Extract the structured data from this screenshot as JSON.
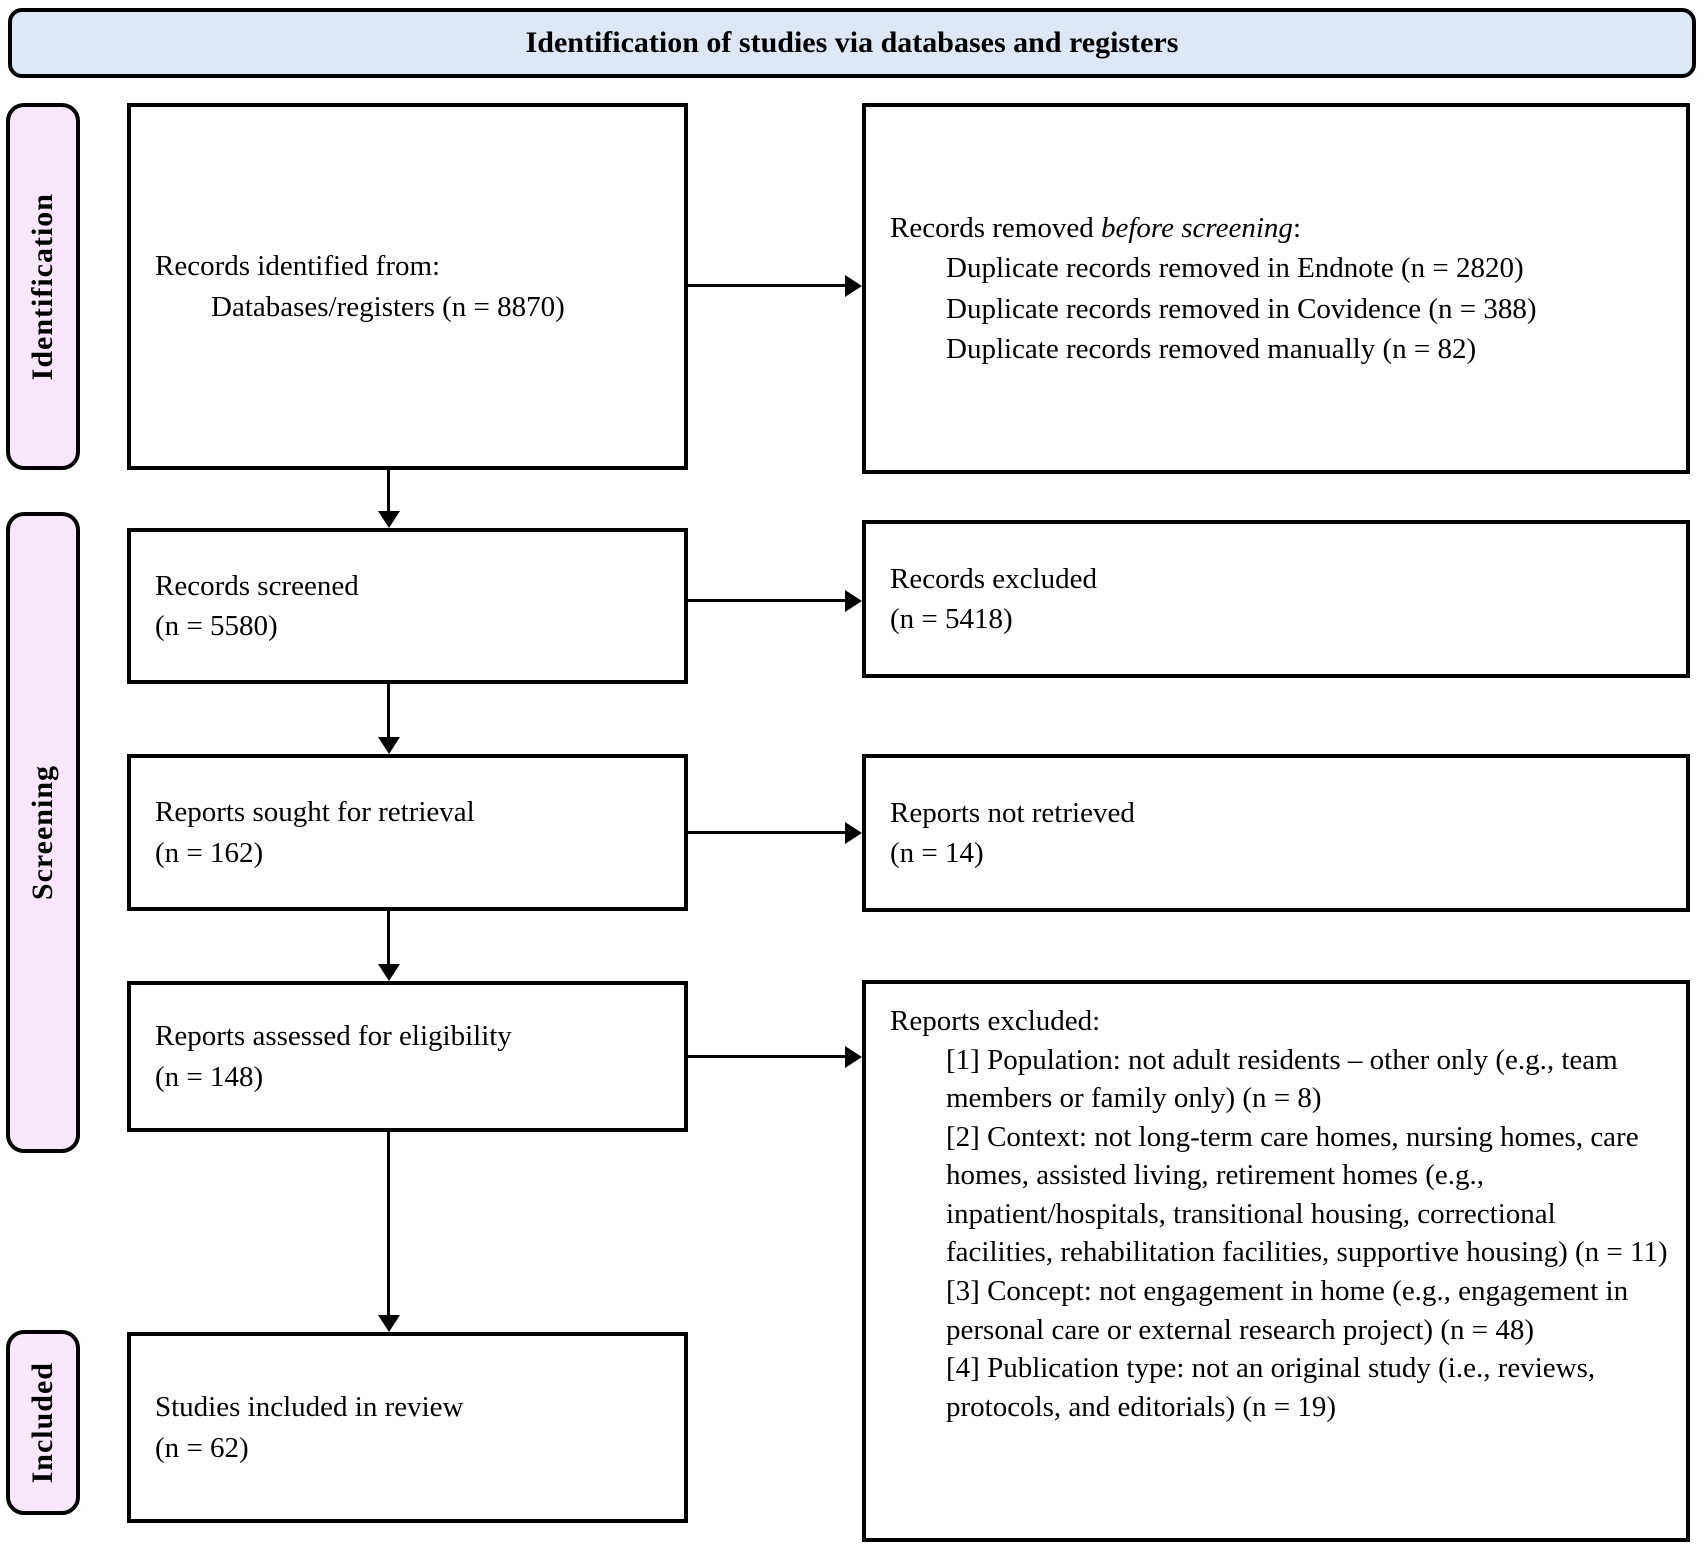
{
  "banner": {
    "title": "Identification of studies via databases and registers"
  },
  "stages": [
    {
      "label": "Identification"
    },
    {
      "label": "Screening"
    },
    {
      "label": "Included"
    }
  ],
  "boxes": {
    "identified": {
      "line1": "Records identified from:",
      "line2": "Databases/registers (n = 8870)"
    },
    "removed": {
      "intro_prefix": "Records removed ",
      "intro_italic": "before screening",
      "intro_suffix": ":",
      "items": [
        "Duplicate records removed in Endnote (n = 2820)",
        "Duplicate records removed in Covidence (n = 388)",
        "Duplicate records removed manually (n = 82)"
      ]
    },
    "screened": {
      "line1": "Records screened",
      "line2": "(n = 5580)"
    },
    "records_excluded": {
      "line1": "Records excluded",
      "line2": "(n = 5418)"
    },
    "sought": {
      "line1": "Reports sought for retrieval",
      "line2": "(n = 162)"
    },
    "not_retrieved": {
      "line1": "Reports not retrieved",
      "line2": "(n = 14)"
    },
    "assessed": {
      "line1": "Reports assessed for eligibility",
      "line2": "(n = 148)"
    },
    "reports_excluded": {
      "title": "Reports excluded:",
      "items": [
        "[1] Population: not adult residents – other only (e.g., team members or family only) (n = 8)",
        "[2] Context: not long-term care homes, nursing homes, care homes, assisted living, retirement homes (e.g., inpatient/hospitals, transitional housing, correctional facilities, rehabilitation facilities, supportive housing) (n = 11)",
        "[3] Concept: not engagement in home (e.g., engagement in personal care or external research project) (n = 48)",
        "[4] Publication type: not an original study (i.e., reviews, protocols, and editorials) (n = 19)"
      ]
    },
    "included": {
      "line1": "Studies included in review",
      "line2": "(n = 62)"
    }
  },
  "colors": {
    "banner_bg": "#dde8f4",
    "stage_bg": "#f8e7fb",
    "border": "#000000",
    "box_bg": "#ffffff"
  }
}
